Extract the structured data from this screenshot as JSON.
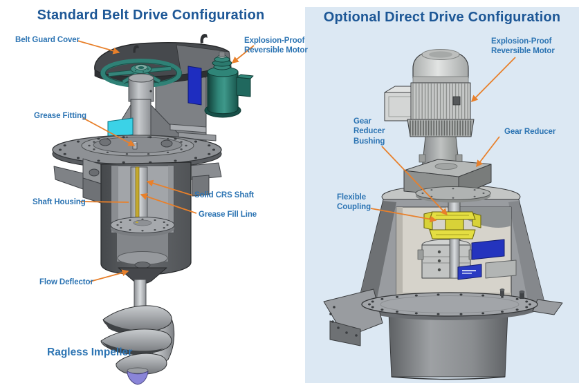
{
  "colors": {
    "panel_bg": "#DCE8F3",
    "title_text": "#1D5796",
    "label_text": "#2C74B3",
    "leader_line": "#E8802B",
    "motor_teal": "#2F8578",
    "pulley_teal": "#2F8176",
    "nameplate_cyan": "#3BD2E7",
    "nameplate_blue": "#1E2DC0",
    "coupling_yellow": "#E4DE42",
    "impeller_tip_purple": "#8A85D8"
  },
  "left": {
    "title": "Standard Belt Drive Configuration",
    "labels": [
      "Belt Guard Cover",
      "Explosion-Proof\nReversible Motor",
      "Grease Fitting",
      "Shaft Housing",
      "Solid CRS Shaft",
      "Grease Fill Line",
      "Flow Deflector",
      "Ragless Impeller"
    ]
  },
  "right": {
    "title": "Optional Direct Drive Configuration",
    "labels": [
      "Explosion-Proof\nReversible Motor",
      "Gear\nReducer\nBushing",
      "Gear Reducer",
      "Flexible\nCoupling"
    ]
  }
}
